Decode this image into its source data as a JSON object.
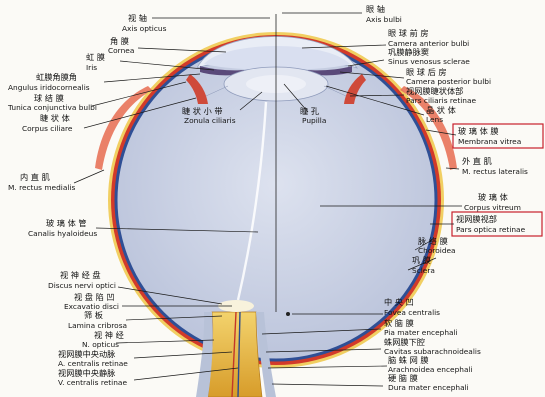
{
  "colors": {
    "sclera_fill": "#cdd2e3",
    "vitreous_fill": "#cfd6e8",
    "lens_fill": "#dfe3ee",
    "choroid": "#d23a2a",
    "retina_blue": "#2f4f95",
    "sclera_outer": "#f0cc55",
    "optic_nerve": "#e6b23a",
    "highlight_box": "#c8202c"
  },
  "labels": {
    "left": {
      "axis_opticus": {
        "zh": "视 轴",
        "en": "Axis opticus"
      },
      "cornea": {
        "zh": "角 膜",
        "en": "Cornea"
      },
      "iris": {
        "zh": "虹 膜",
        "en": "Iris"
      },
      "angulus": {
        "zh": "虹膜角膜角",
        "en": "Angulus iridocornealis"
      },
      "conjunctiva": {
        "zh": "球 结 膜",
        "en": "Tunica conjunctiva bulbi"
      },
      "ciliare": {
        "zh": "睫 状 体",
        "en": "Corpus ciliare"
      },
      "rectus_medialis": {
        "zh": "内 直 肌",
        "en": "M. rectus medialis"
      },
      "canalis": {
        "zh": "玻 璃 体 管",
        "en": "Canalis hyaloideus"
      },
      "discus": {
        "zh": "视 神 经 盘",
        "en": "Discus nervi optici"
      },
      "excavatio": {
        "zh": "视 盘 陷 凹",
        "en": "Excavatio disci"
      },
      "lamina": {
        "zh": "筛 板",
        "en": "Lamina cribrosa"
      },
      "opticus": {
        "zh": "视 神 经",
        "en": "N. opticus"
      },
      "art_retinae": {
        "zh": "视网膜中央动脉",
        "en": "A. centralis retinae"
      },
      "ven_retinae": {
        "zh": "视网膜中央静脉",
        "en": "V. centralis retinae"
      }
    },
    "center": {
      "zonula": {
        "zh": "睫 状 小 带",
        "en": "Zonula ciliaris"
      },
      "pupilla": {
        "zh": "瞳 孔",
        "en": "Pupilla"
      },
      "fovea": {
        "zh": "中 央 凹",
        "en": "Fovea centralis"
      }
    },
    "right": {
      "axis_bulbi": {
        "zh": "眼 轴",
        "en": "Axis bulbi"
      },
      "camera_anterior": {
        "zh": "眼 球 前 房",
        "en": "Camera anterior bulbi"
      },
      "sinus": {
        "zh": "巩膜静脉窦",
        "en": "Sinus venosus sclerae"
      },
      "camera_posterior": {
        "zh": "眼 球 后 房",
        "en": "Camera posterior bulbi"
      },
      "pars_ciliaris": {
        "zh": "视网膜睫状体部",
        "en": "Pars ciliaris retinae"
      },
      "lens": {
        "zh": "晶 状 体",
        "en": "Lens"
      },
      "membrana": {
        "zh": "玻 璃 体 膜",
        "en": "Membrana vitrea"
      },
      "rectus_lateralis": {
        "zh": "外 直 肌",
        "en": "M. rectus lateralis"
      },
      "vitreum": {
        "zh": "玻 璃 体",
        "en": "Corpus vitreum"
      },
      "pars_optica": {
        "zh": "视网膜视部",
        "en": "Pars optica retinae"
      },
      "choroidea": {
        "zh": "脉 络 膜",
        "en": "Choroidea"
      },
      "sclera": {
        "zh": "巩 膜",
        "en": "Sclera"
      },
      "pia": {
        "zh": "软 脑 膜",
        "en": "Pia mater encephali"
      },
      "cavitas": {
        "zh": "蛛网膜下腔",
        "en": "Cavitas subarachnoidealis"
      },
      "arachnoidea": {
        "zh": "脑 蛛 网 膜",
        "en": "Arachnoidea encephali"
      },
      "dura": {
        "zh": "硬 脑 膜",
        "en": "Dura mater encephali"
      }
    }
  }
}
